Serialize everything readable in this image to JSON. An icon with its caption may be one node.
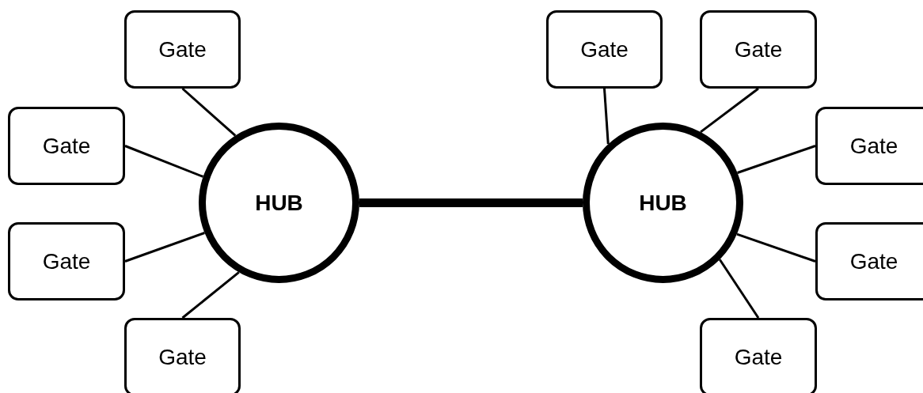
{
  "diagram": {
    "nodes": [
      {
        "text": [
          "HUB"
        ]
      },
      {
        "text": [
          "Gate"
        ]
      },
      {
        "text": [
          "Gate"
        ]
      },
      {
        "text": [
          "Gate"
        ]
      },
      {
        "text": [
          "Gate"
        ]
      },
      {
        "text": [
          "HUB"
        ]
      },
      {
        "text": [
          "Gate"
        ]
      },
      {
        "text": [
          "Gate"
        ]
      },
      {
        "text": [
          "Gate"
        ]
      },
      {
        "text": [
          "Gate"
        ]
      },
      {
        "text": [
          "Gate"
        ]
      }
    ],
    "edges": [
      {
        "from": 0,
        "to": 5,
        "arrow": "none",
        "style": "thick"
      },
      {
        "from": 0,
        "to": 1,
        "arrow": "none"
      },
      {
        "from": 0,
        "to": 2,
        "arrow": "none"
      },
      {
        "from": 0,
        "to": 3,
        "arrow": "none"
      },
      {
        "from": 0,
        "to": 4,
        "arrow": "none"
      },
      {
        "from": 5,
        "to": 6,
        "arrow": "none"
      },
      {
        "from": 5,
        "to": 7,
        "arrow": "none"
      },
      {
        "from": 5,
        "to": 8,
        "arrow": "none"
      },
      {
        "from": 5,
        "to": 9,
        "arrow": "none"
      },
      {
        "from": 5,
        "to": 10,
        "arrow": "none"
      }
    ]
  }
}
